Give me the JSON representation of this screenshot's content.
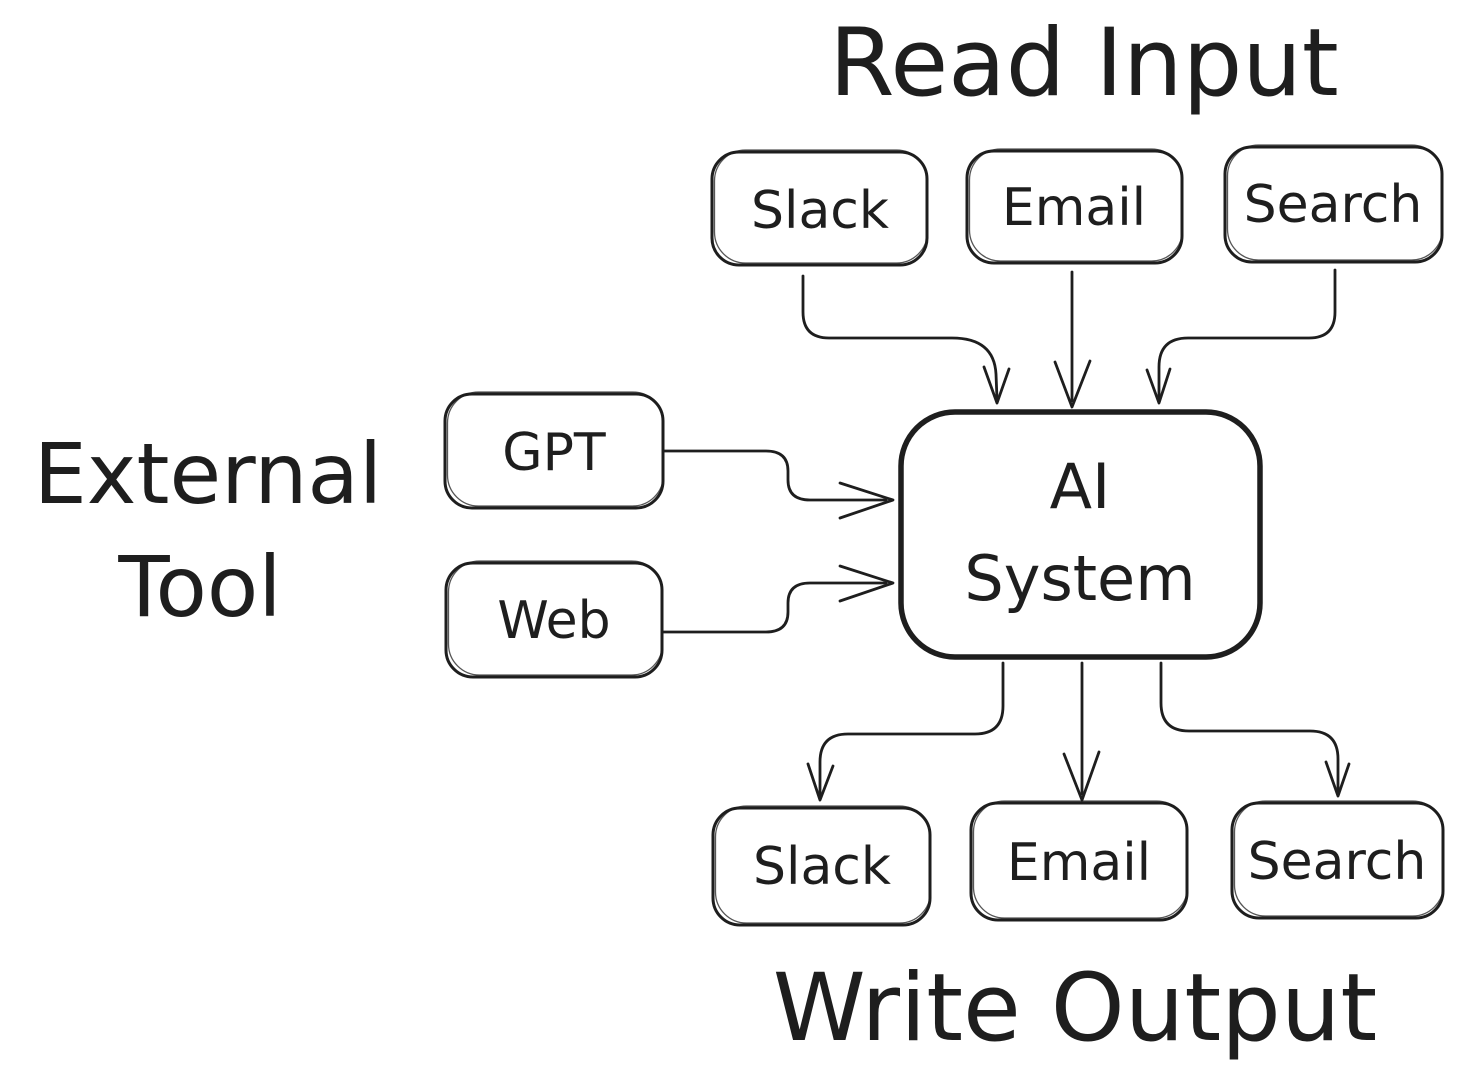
{
  "titles": {
    "read_input": "Read Input",
    "write_output": "Write Output"
  },
  "side_label": {
    "line1": "External",
    "line2": "Tool"
  },
  "ai_node": {
    "line1": "AI",
    "line2": "System"
  },
  "input_nodes": [
    {
      "label": "Slack"
    },
    {
      "label": "Email"
    },
    {
      "label": "Search"
    }
  ],
  "tool_nodes": [
    {
      "label": "GPT"
    },
    {
      "label": "Web"
    }
  ],
  "output_nodes": [
    {
      "label": "Slack"
    },
    {
      "label": "Email"
    },
    {
      "label": "Search"
    }
  ],
  "edges": [
    {
      "from": "Slack (input)",
      "to": "AI System"
    },
    {
      "from": "Email (input)",
      "to": "AI System"
    },
    {
      "from": "Search (input)",
      "to": "AI System"
    },
    {
      "from": "GPT",
      "to": "AI System"
    },
    {
      "from": "Web",
      "to": "AI System"
    },
    {
      "from": "AI System",
      "to": "Slack (output)"
    },
    {
      "from": "AI System",
      "to": "Email (output)"
    },
    {
      "from": "AI System",
      "to": "Search (output)"
    }
  ],
  "colors": {
    "stroke": "#1e1e1e",
    "background": "#ffffff"
  }
}
